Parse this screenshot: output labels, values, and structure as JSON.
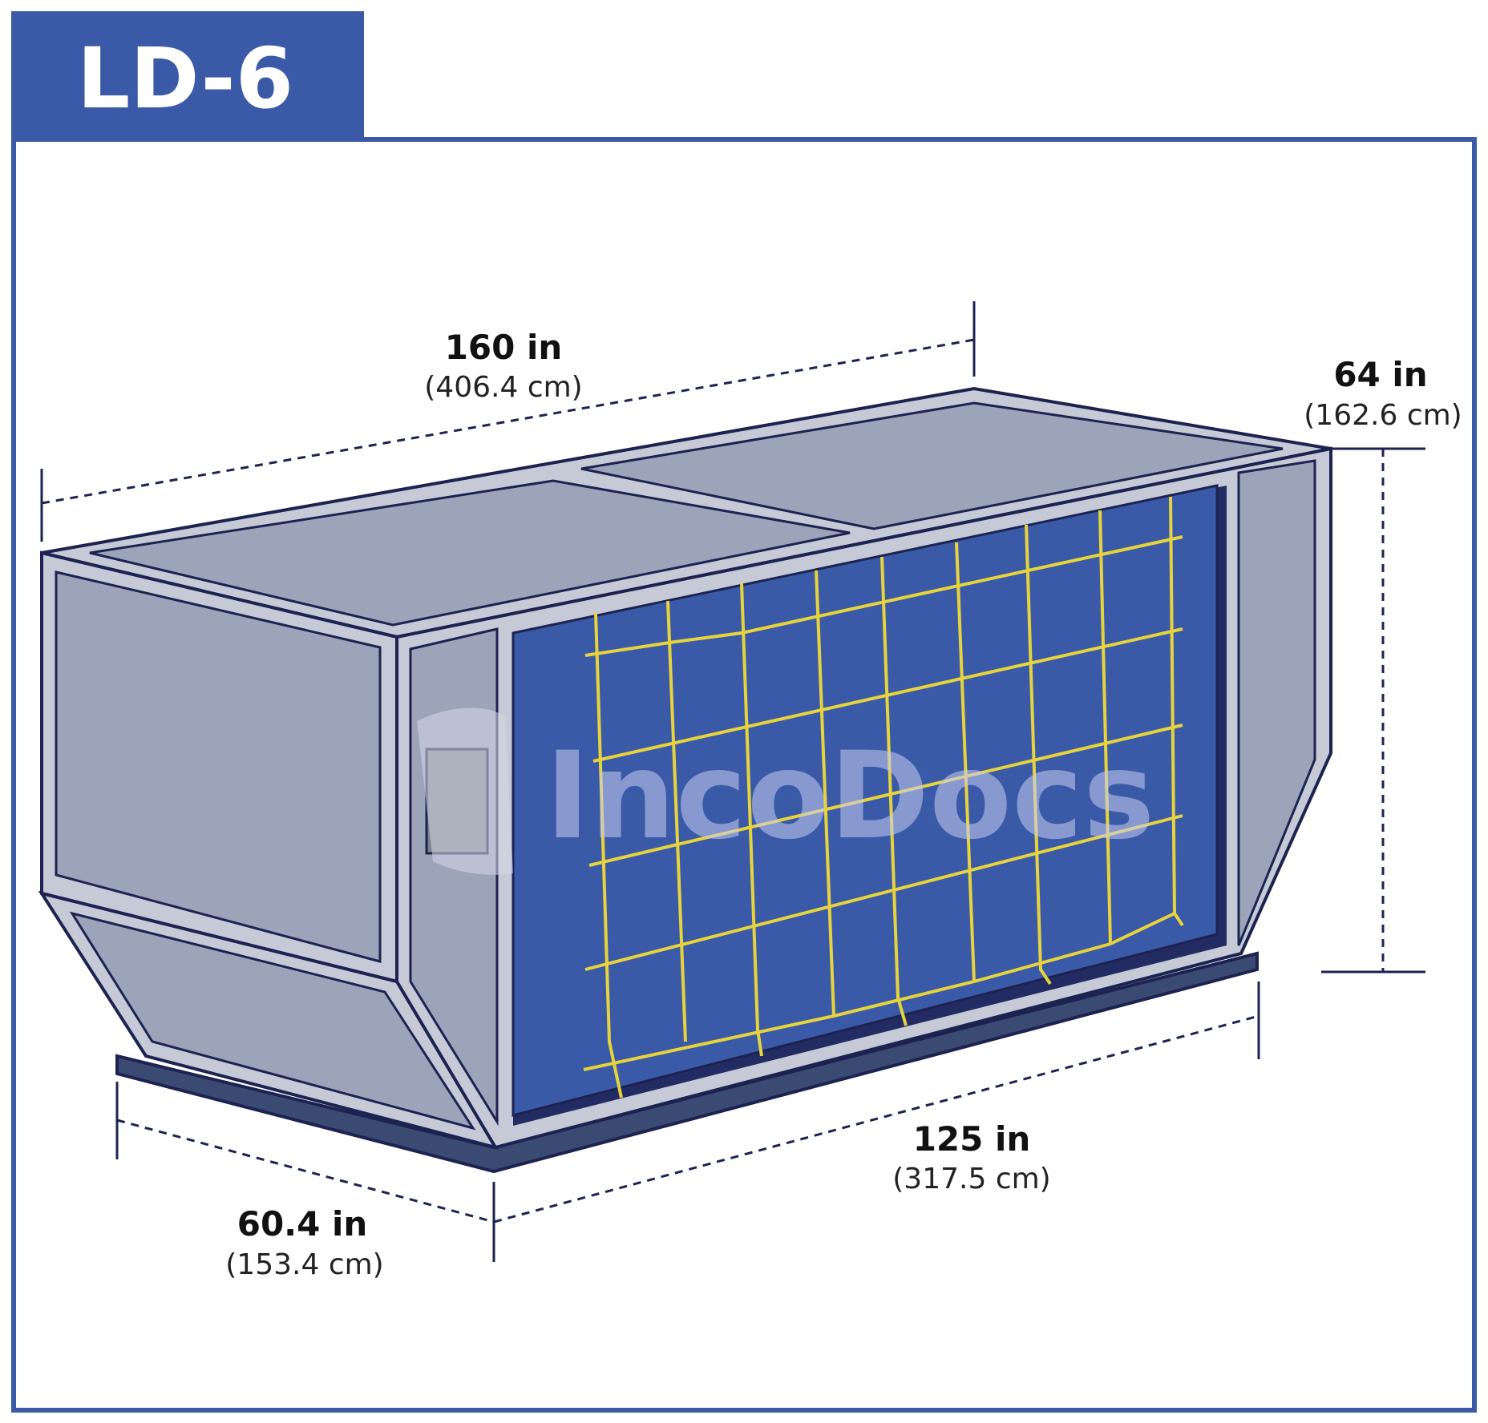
{
  "title": "LD-6",
  "watermark": "IncoDocs",
  "colors": {
    "brand_blue": "#3a5aa8",
    "frame_grey": "#9ba4b8",
    "frame_light": "#c6cad6",
    "outline_navy": "#1c2350",
    "net_yellow": "#e7d33b",
    "base_dark": "#3b4a72"
  },
  "dimensions": {
    "length": {
      "imperial": "160 in",
      "metric": "(406.4 cm)"
    },
    "height": {
      "imperial": "64 in",
      "metric": "(162.6 cm)"
    },
    "base_length": {
      "imperial": "125 in",
      "metric": "(317.5 cm)"
    },
    "depth": {
      "imperial": "60.4 in",
      "metric": "(153.4 cm)"
    }
  }
}
